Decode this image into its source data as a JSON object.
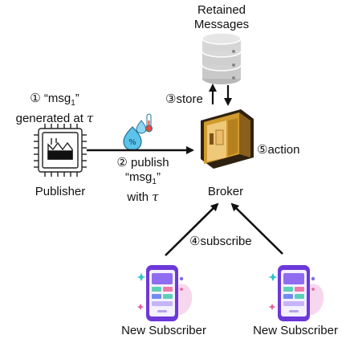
{
  "retained": {
    "line1": "Retained",
    "line2": "Messages"
  },
  "generated": {
    "num": "①",
    "quote_open": "“msg",
    "sub": "1",
    "quote_close": "”",
    "line2_prefix": "generated at",
    "tau": "τ"
  },
  "store": {
    "num": "③",
    "text": "store"
  },
  "action": {
    "num": "⑤",
    "text": "action"
  },
  "publish": {
    "num": "②",
    "text": "publish",
    "msg_open": "“msg",
    "msg_sub": "1",
    "msg_close": "”",
    "with": "with",
    "tau": "τ"
  },
  "publisher": {
    "label": "Publisher"
  },
  "broker": {
    "label": "Broker"
  },
  "subscribe": {
    "num": "④",
    "text": "subscribe"
  },
  "subscriber_left": {
    "label": "New Subscriber"
  },
  "subscriber_right": {
    "label": "New Subscriber"
  },
  "colors": {
    "arrow": "#111111",
    "broker_gold": "#d19b2e",
    "broker_dark": "#3b2a14",
    "db_gray": "#c9c9c9",
    "phone_purple": "#7e4be8",
    "drop_blue": "#5cc3ea"
  }
}
